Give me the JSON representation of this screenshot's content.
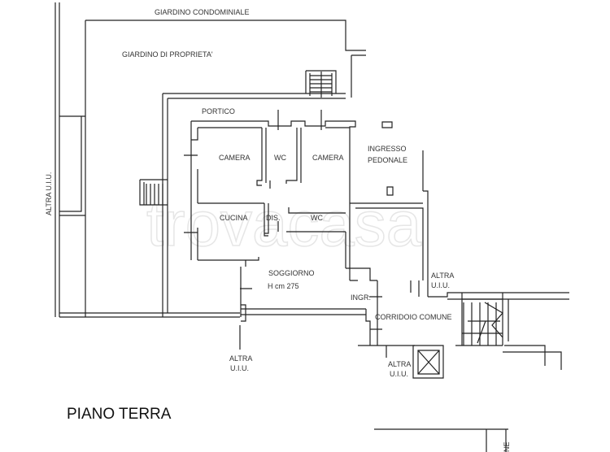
{
  "plan": {
    "title": "PIANO TERRA",
    "watermark": "trovacasa",
    "labels": {
      "giardino_condominiale": "GIARDINO CONDOMINIALE",
      "giardino_proprieta": "GIARDINO DI PROPRIETA'",
      "portico": "PORTICO",
      "camera_1": "CAMERA",
      "wc_1": "WC",
      "camera_2": "CAMERA",
      "ingresso_1": "INGRESSO",
      "ingresso_2": "PEDONALE",
      "cucina": "CUCINA",
      "dis": "DIS.",
      "wc_2": "WC",
      "soggiorno": "SOGGIORNO",
      "height": "H cm 275",
      "ingr": "INGR.",
      "corridoio": "CORRIDOIO COMUNE",
      "altra_left": "ALTRA U.I.U.",
      "altra_bottom_1": "ALTRA",
      "altra_bottom_2": "U.I.U.",
      "altra_mid_1": "ALTRA",
      "altra_mid_2": "U.I.U.",
      "altra_right_1": "ALTRA",
      "altra_right_2": "U.I.U.",
      "bottom_cut": "NE"
    }
  }
}
